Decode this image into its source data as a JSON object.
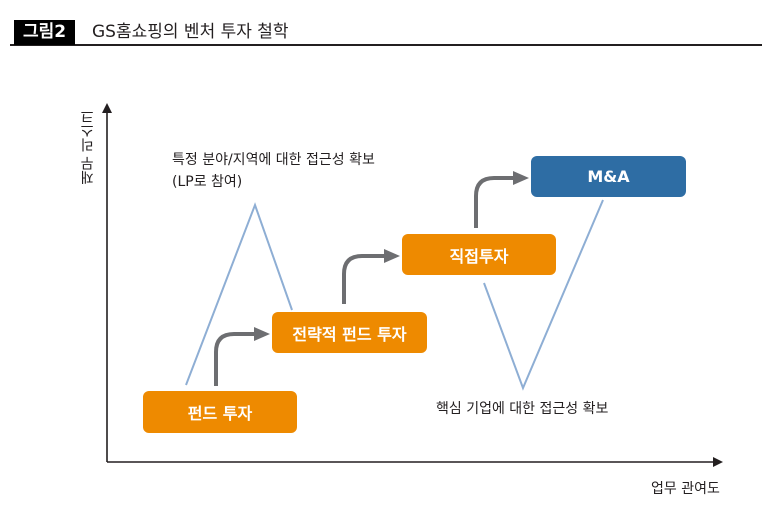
{
  "header": {
    "figure_label": "그림2",
    "title": "GS홈쇼핑의 벤처 투자 철학"
  },
  "axes": {
    "y_label": "재무 리스크",
    "x_label": "업무 관여도"
  },
  "stages": [
    {
      "label": "펀드 투자",
      "color": "#ee8a00"
    },
    {
      "label": "전략적 펀드 투자",
      "color": "#ee8a00"
    },
    {
      "label": "직접투자",
      "color": "#ee8a00"
    },
    {
      "label": "M&A",
      "color": "#2e6da4"
    }
  ],
  "annotations": {
    "left_peak_line1": "특정 분야/지역에 대한 접근성 확보",
    "left_peak_line2": "(LP로 참여)",
    "right_valley": "핵심 기업에 대한 접근성 확보"
  },
  "colors": {
    "line": "#8eaed4",
    "arrow": "#6d6e71",
    "axis": "#231f20"
  }
}
